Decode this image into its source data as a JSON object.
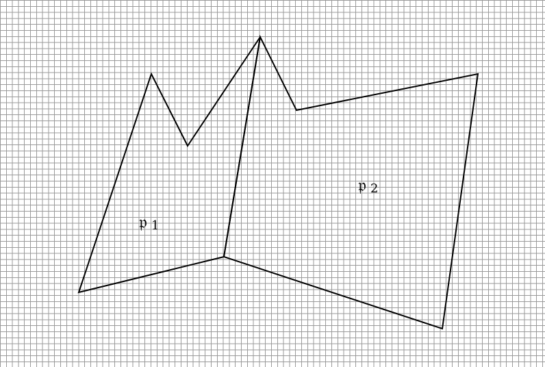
{
  "diagram": {
    "grid_color": "#9a9a9a",
    "edge_color": "#000000",
    "regions": [
      {
        "label": "𝔭",
        "subscript": "1"
      },
      {
        "label": "𝔭",
        "subscript": "2"
      }
    ]
  }
}
